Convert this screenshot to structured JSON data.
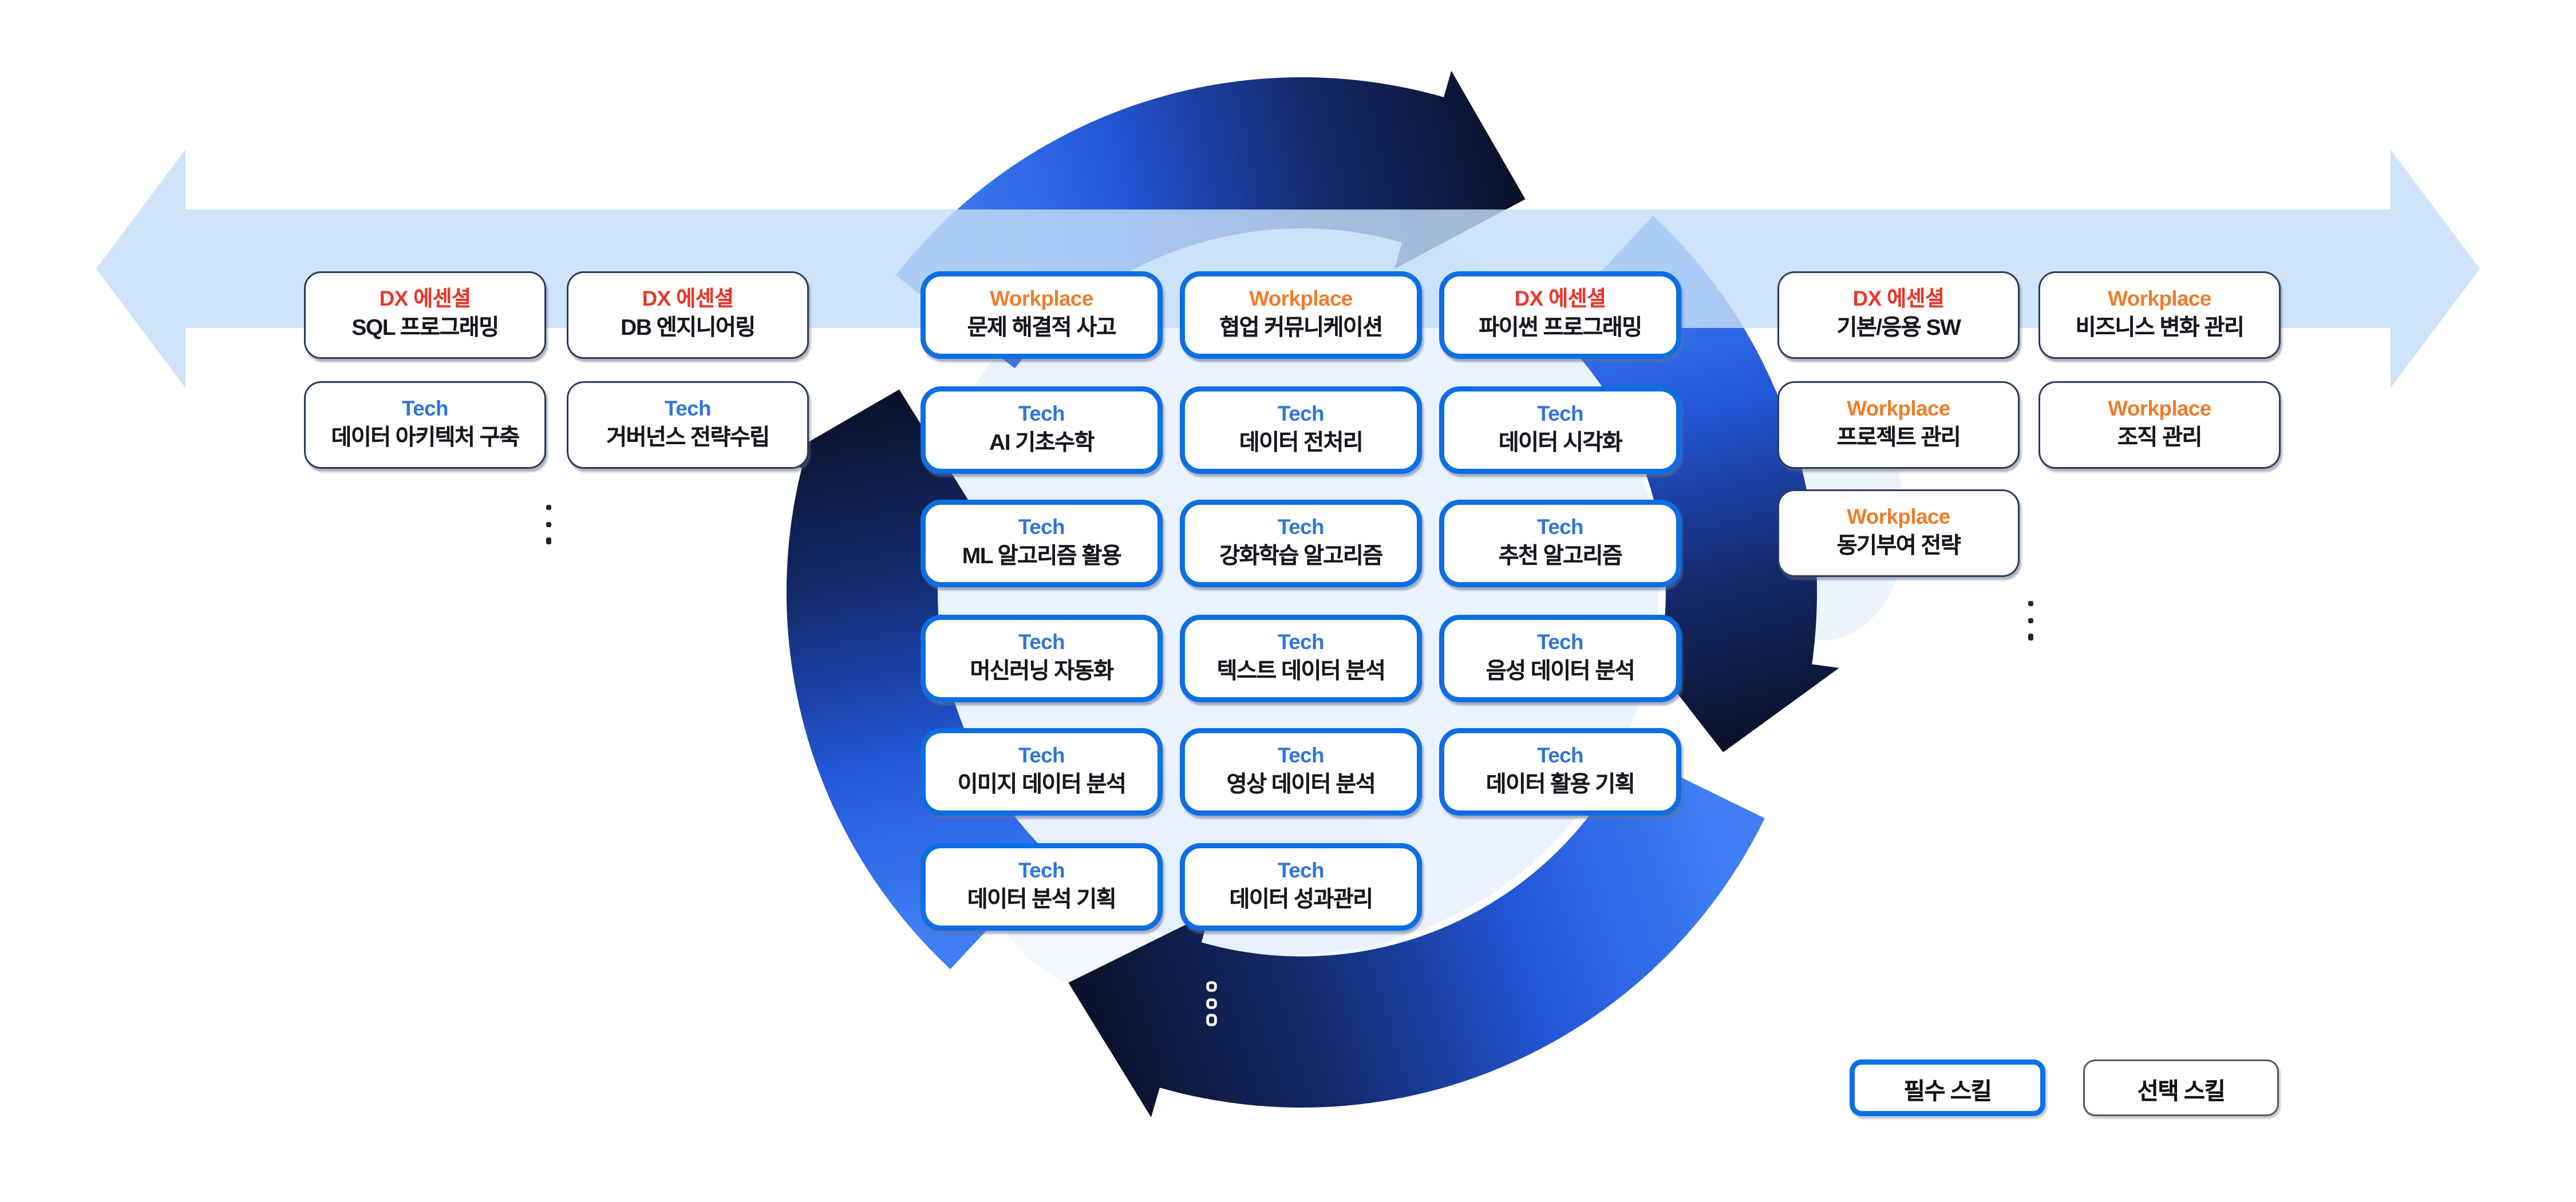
{
  "diagram": {
    "description": "skill roadmap cycle diagram",
    "background": "#ffffff"
  },
  "colors": {
    "band_fill": "#C5DEF6",
    "soft_circle": "#D9E9FB",
    "cycle_arrow_bright": "#3F7EF5",
    "cycle_arrow_mid": "#2257D8",
    "cycle_arrow_deep": "#14296B",
    "cycle_arrow_navy": "#0A1228",
    "required_border": "#0D6EE3",
    "optional_border": "#2A3A5E",
    "legend_optional_border": "#54575C",
    "category_dx": "#E8382C",
    "category_workplace": "#ED7D2B",
    "category_tech": "#2F75DC",
    "card_title_text": "#17171F"
  },
  "legend": {
    "required_label": "필수 스킬",
    "optional_label": "선택 스킬"
  },
  "groups": [
    {
      "id": "left",
      "style": "optional",
      "cards": [
        {
          "category": "DX 에센셜",
          "type": "dx",
          "title": "SQL 프로그래밍"
        },
        {
          "category": "DX 에센셜",
          "type": "dx",
          "title": "DB 엔지니어링"
        },
        {
          "category": "Tech",
          "type": "tech",
          "title": "데이터 아키텍처 구축"
        },
        {
          "category": "Tech",
          "type": "tech",
          "title": "거버넌스 전략수립"
        }
      ]
    },
    {
      "id": "center",
      "style": "required",
      "cards": [
        {
          "category": "Workplace",
          "type": "workplace",
          "title": "문제 해결적 사고"
        },
        {
          "category": "Workplace",
          "type": "workplace",
          "title": "협업 커뮤니케이션"
        },
        {
          "category": "DX 에센셜",
          "type": "dx",
          "title": "파이썬 프로그래밍"
        },
        {
          "category": "Tech",
          "type": "tech",
          "title": "AI 기초수학"
        },
        {
          "category": "Tech",
          "type": "tech",
          "title": "데이터 전처리"
        },
        {
          "category": "Tech",
          "type": "tech",
          "title": "데이터 시각화"
        },
        {
          "category": "Tech",
          "type": "tech",
          "title": "ML 알고리즘 활용"
        },
        {
          "category": "Tech",
          "type": "tech",
          "title": "강화학습 알고리즘"
        },
        {
          "category": "Tech",
          "type": "tech",
          "title": "추천 알고리즘"
        },
        {
          "category": "Tech",
          "type": "tech",
          "title": "머신러닝 자동화"
        },
        {
          "category": "Tech",
          "type": "tech",
          "title": "텍스트 데이터 분석"
        },
        {
          "category": "Tech",
          "type": "tech",
          "title": "음성 데이터 분석"
        },
        {
          "category": "Tech",
          "type": "tech",
          "title": "이미지 데이터 분석"
        },
        {
          "category": "Tech",
          "type": "tech",
          "title": "영상 데이터 분석"
        },
        {
          "category": "Tech",
          "type": "tech",
          "title": "데이터 활용 기획"
        },
        {
          "category": "Tech",
          "type": "tech",
          "title": "데이터 분석 기획"
        },
        {
          "category": "Tech",
          "type": "tech",
          "title": "데이터 성과관리"
        }
      ]
    },
    {
      "id": "right",
      "style": "optional",
      "cards": [
        {
          "category": "DX 에센셜",
          "type": "dx",
          "title": "기본/응용 SW"
        },
        {
          "category": "Workplace",
          "type": "workplace",
          "title": "비즈니스 변화 관리"
        },
        {
          "category": "Workplace",
          "type": "workplace",
          "title": "프로젝트 관리"
        },
        {
          "category": "Workplace",
          "type": "workplace",
          "title": "조직 관리"
        },
        {
          "category": "Workplace",
          "type": "workplace",
          "title": "동기부여 전략"
        }
      ]
    }
  ]
}
